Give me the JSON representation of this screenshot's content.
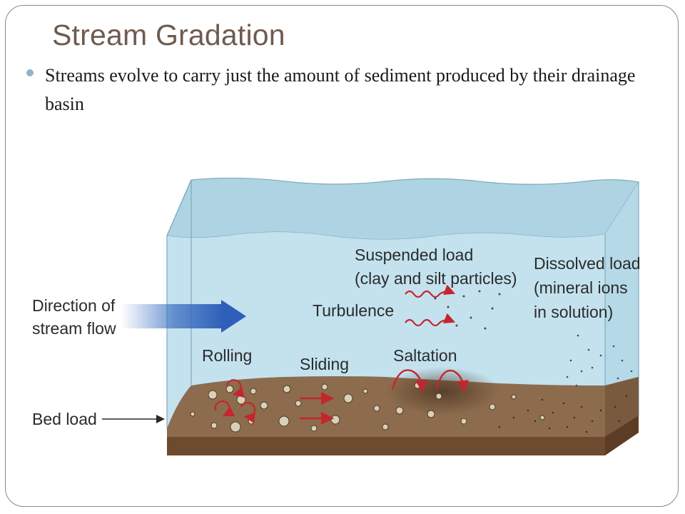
{
  "slide": {
    "title": "Stream Gradation",
    "bullet": "Streams evolve to carry just the amount of sediment produced by their drainage basin"
  },
  "diagram": {
    "labels": {
      "direction_line1": "Direction of",
      "direction_line2": "stream flow",
      "bed_load": "Bed load",
      "suspended_line1": "Suspended load",
      "suspended_line2": "(clay and silt particles)",
      "turbulence": "Turbulence",
      "dissolved_line1": "Dissolved load",
      "dissolved_line2": "(mineral ions",
      "dissolved_line3": "in solution)",
      "rolling": "Rolling",
      "sliding": "Sliding",
      "saltation": "Saltation"
    },
    "colors": {
      "water": "#bfe0ec",
      "water_top": "#aed4e4",
      "sediment": "#8a6a4c",
      "sediment_base": "#6e4a2e",
      "flow_arrow": "#3c6fc1",
      "motion_arrows": "#c4262e",
      "label_text": "#2b2b2b",
      "title_text": "#6f5b4e"
    }
  }
}
